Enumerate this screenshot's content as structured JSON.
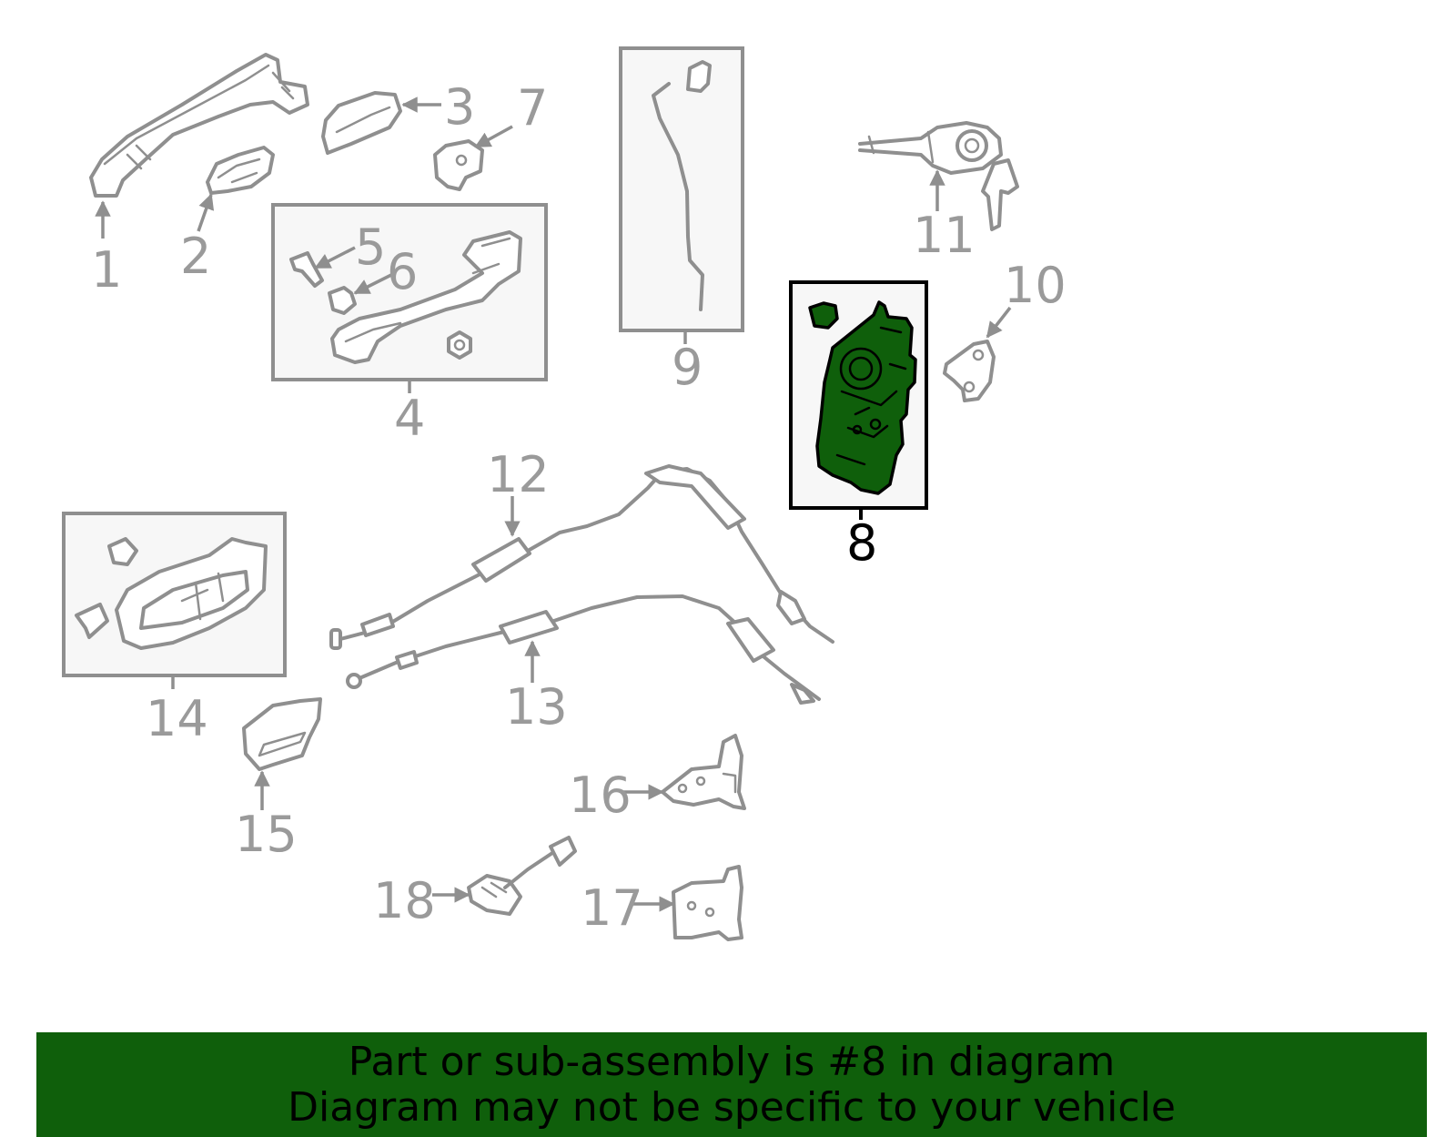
{
  "diagram": {
    "highlighted_part": "8",
    "callouts": {
      "c1": "1",
      "c2": "2",
      "c3": "3",
      "c4": "4",
      "c5": "5",
      "c6": "6",
      "c7": "7",
      "c8": "8",
      "c9": "9",
      "c10": "10",
      "c11": "11",
      "c12": "12",
      "c13": "13",
      "c14": "14",
      "c15": "15",
      "c16": "16",
      "c17": "17",
      "c18": "18"
    }
  },
  "banner": {
    "line1": "Part or sub-assembly is #8 in diagram",
    "line2": "Diagram may not be specific to your vehicle"
  },
  "colors": {
    "highlight": "#0f5f0b",
    "parts": "#8f8f8f",
    "callout": "#9a9a9a",
    "background": "#ffffff"
  }
}
